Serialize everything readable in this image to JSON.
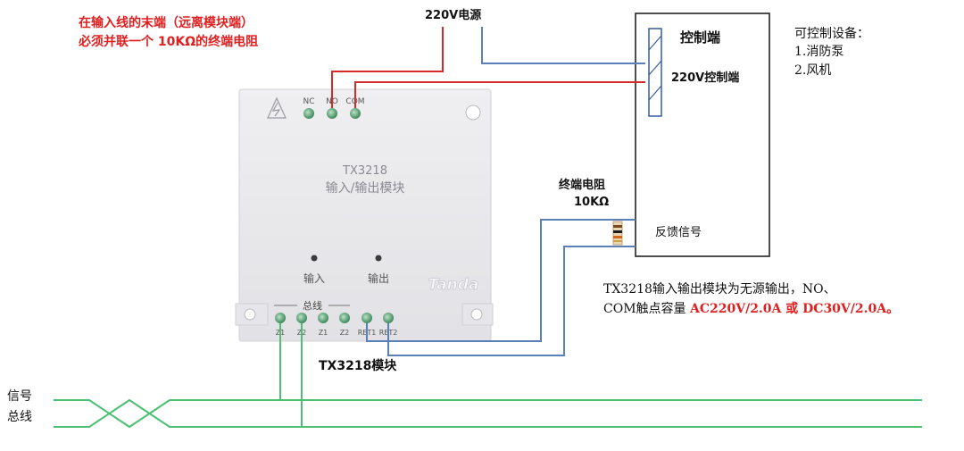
{
  "note_resistor": {
    "line1": "在输入线的末端（远离模块端）",
    "line2": "必须并联一个 10KΩ的终端电阻"
  },
  "power_label": "220V电源",
  "control_box": {
    "title": "控制端",
    "sub": "220V控制端",
    "feedback": "反馈信号"
  },
  "devices": {
    "title": "可控制设备：",
    "items": [
      "1.消防泵",
      "2.风机"
    ]
  },
  "terminal_resistor": {
    "line1": "终端电阻",
    "line2": "10KΩ"
  },
  "module": {
    "relay_terminals": [
      "NC",
      "NO",
      "COM"
    ],
    "model": "TX3218",
    "name": "输入/输出模块",
    "led_input": "输入",
    "led_output": "输出",
    "brand": "Tanda",
    "bus_header": "总线",
    "bottom_terminals": [
      "Z1",
      "Z2",
      "Z1",
      "Z2",
      "RET1",
      "RET2"
    ],
    "caption": "TX3218模块"
  },
  "spec": {
    "line1": "TX3218输入输出模块为无源输出，NO、",
    "line2_prefix": "COM触点容量 ",
    "line2_red": "AC220V/2.0A 或 DC30V/2.0A。"
  },
  "bus_labels": {
    "signal": "信号",
    "bus": "总线"
  },
  "colors": {
    "red_wire": "#d42a2a",
    "blue_wire": "#5b7fb8",
    "green_wire": "#4cbf72",
    "note_red": "#e02020"
  }
}
